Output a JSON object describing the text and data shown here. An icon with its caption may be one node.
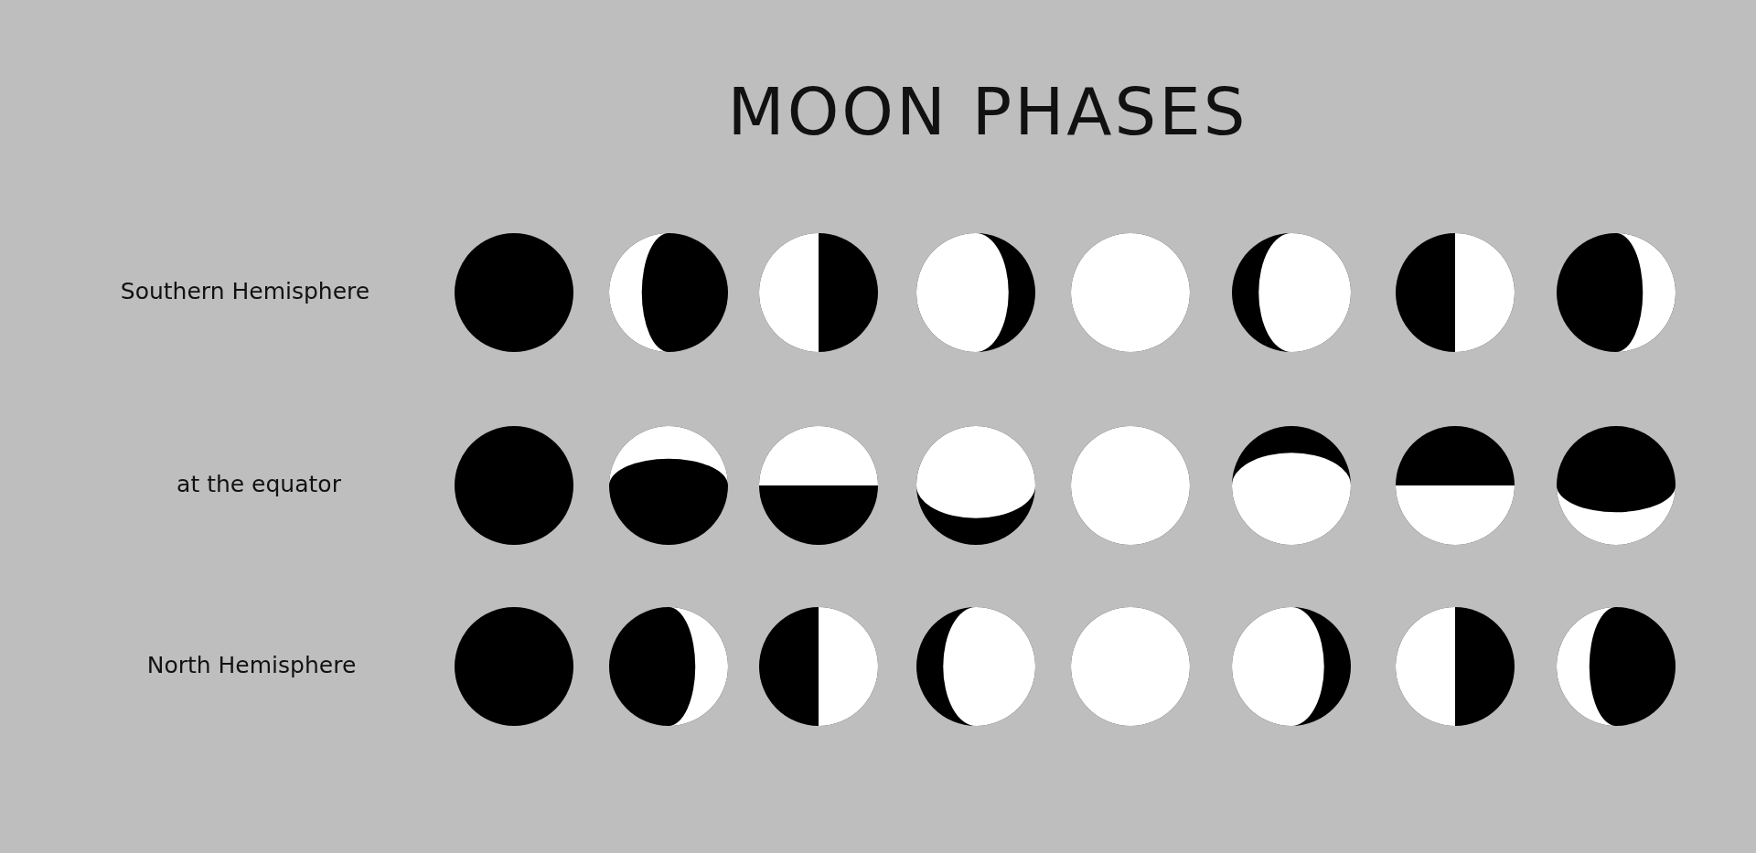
{
  "diagram": {
    "title": "MOON PHASES",
    "labels": [
      "Southern Hemisphere",
      "at the equator",
      "North Hemisphere"
    ]
  }
}
